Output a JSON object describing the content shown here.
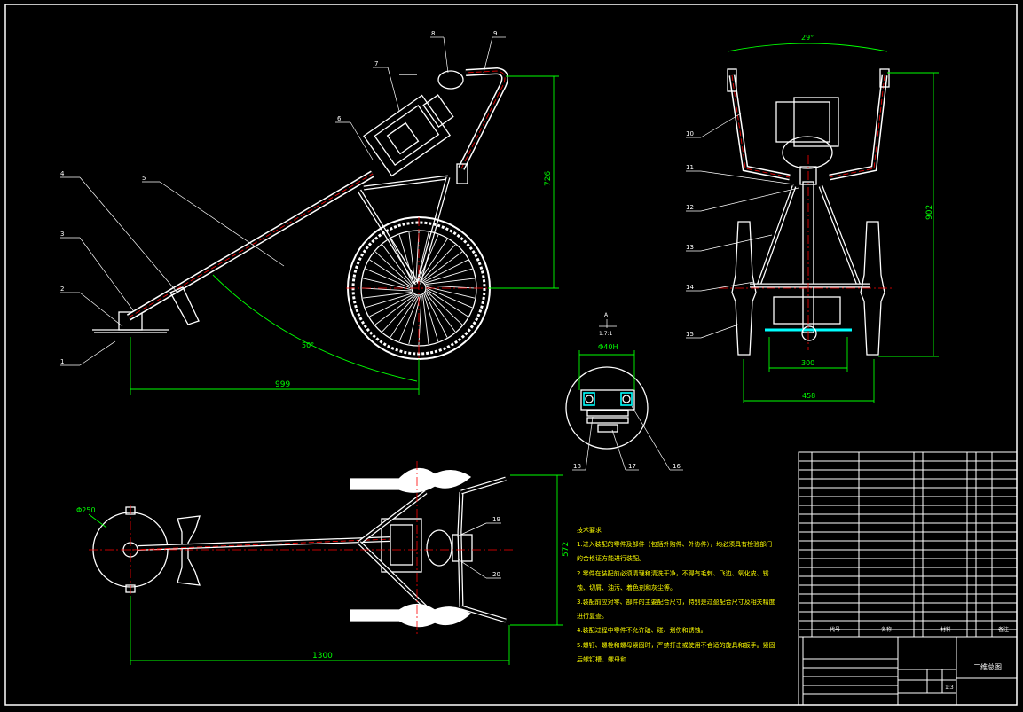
{
  "colors": {
    "background": "#000000",
    "outline": "#ffffff",
    "dimension": "#00ff00",
    "centerline": "#ff0000",
    "note_text": "#ffff00",
    "hatch": "#00ffff"
  },
  "part_numbers": [
    "1",
    "2",
    "3",
    "4",
    "5",
    "6",
    "7",
    "8",
    "9",
    "10",
    "11",
    "12",
    "13",
    "14",
    "15",
    "16",
    "17",
    "18",
    "19",
    "20"
  ],
  "dimensions": {
    "side_length": "999",
    "side_height": "726",
    "side_angle": "50°",
    "top_length": "1300",
    "top_width": "572",
    "top_diameter": "Φ250",
    "front_angle": "29°",
    "front_height": "902",
    "front_track": "300",
    "front_width": "458",
    "detail_width": "Φ40H",
    "detail_label": "A",
    "detail_scale": "1.7:1"
  },
  "notes": {
    "title": "技术要求",
    "lines": [
      "1.进入装配的零件及部件（包括外购件、外协件），均必须具有检验部门",
      "的合格证方能进行装配。",
      "2.零件在装配前必须清理和清洗干净，不得有毛刺、飞边、氧化皮、锈",
      "蚀、切屑、油污、着色剂和灰尘等。",
      "3.装配前应对零、部件的主要配合尺寸，特别是过盈配合尺寸及相关精度",
      "进行复查。",
      "4.装配过程中零件不允许磕、碰、划伤和锈蚀。",
      "5.螺钉、螺栓和螺母紧固时，严禁打击或使用不合适的旋具和扳手。紧固",
      "后螺钉槽、螺母和"
    ]
  },
  "title_block": {
    "drawing_title": "二维总图",
    "col_code": "代号",
    "col_name": "名称",
    "col_material": "材料",
    "col_remark": "备注",
    "scale": "1:3"
  }
}
